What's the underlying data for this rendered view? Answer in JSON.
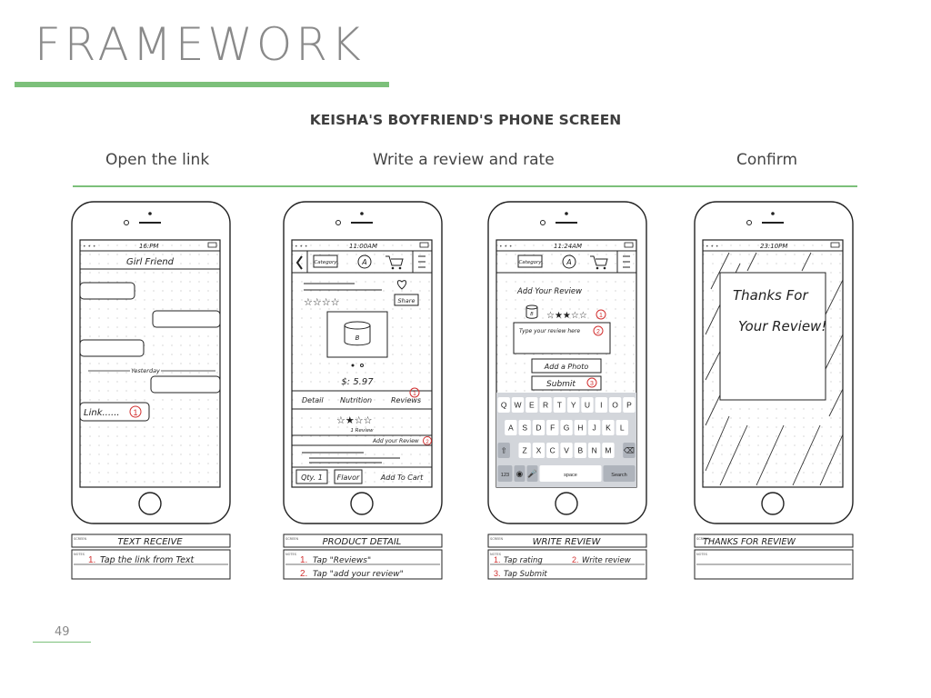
{
  "slide": {
    "title": "FRAMEWORK",
    "subtitle": "KEISHA'S BOYFRIEND'S PHONE SCREEN",
    "page_number": "49",
    "steps": [
      "Open the link",
      "Write a review and rate",
      "Confirm"
    ]
  },
  "colors": {
    "accent": "#7cc07a",
    "ink": "#222222",
    "annotation": "#d23030"
  },
  "phones": [
    {
      "time": "16:PM",
      "header": "Girl Friend",
      "day_label": "Yesterday",
      "link_text": "Link......",
      "marker": "1",
      "screen_name": "TEXT RECEIVE",
      "notes": [
        {
          "num": "1.",
          "text": "Tap the link from Text"
        }
      ]
    },
    {
      "time": "11:00AM",
      "nav": [
        "Category",
        "A"
      ],
      "share": "Share",
      "can_label": "B",
      "price": "$: 5.97",
      "tabs": [
        "Detail",
        "Nutrition",
        "Reviews"
      ],
      "review_count": "1 Review",
      "add_review": "Add your Review",
      "markers": [
        "1",
        "2"
      ],
      "qty": "Qty. 1",
      "flavor": "Flavor",
      "add_to_cart": "Add To Cart",
      "screen_name": "PRODUCT DETAIL",
      "notes": [
        {
          "num": "1.",
          "text": "Tap \"Reviews\""
        },
        {
          "num": "2.",
          "text": "Tap \"add your review\""
        }
      ]
    },
    {
      "time": "11:24AM",
      "nav": [
        "Category",
        "A"
      ],
      "heading": "Add Your Review",
      "can_label": "B",
      "placeholder": "Type your review here",
      "add_photo": "Add a Photo",
      "submit": "Submit",
      "markers": [
        "1",
        "2",
        "3"
      ],
      "keyboard": {
        "row1": [
          "Q",
          "W",
          "E",
          "R",
          "T",
          "Y",
          "U",
          "I",
          "O",
          "P"
        ],
        "row2": [
          "A",
          "S",
          "D",
          "F",
          "G",
          "H",
          "J",
          "K",
          "L"
        ],
        "row3": [
          "Z",
          "X",
          "C",
          "V",
          "B",
          "N",
          "M"
        ],
        "num_key": "123",
        "space": "space",
        "search": "Search"
      },
      "screen_name": "WRITE REVIEW",
      "notes": [
        {
          "num": "1.",
          "text": "Tap rating"
        },
        {
          "num": "2.",
          "text": "Write review"
        },
        {
          "num": "3.",
          "text": "Tap Submit"
        }
      ]
    },
    {
      "time": "23:10PM",
      "message_line1": "Thanks For",
      "message_line2": "Your Review!",
      "screen_name": "THANKS FOR REVIEW",
      "notes": []
    }
  ],
  "field_labels": {
    "screen": "SCREEN",
    "notes": "NOTES"
  }
}
